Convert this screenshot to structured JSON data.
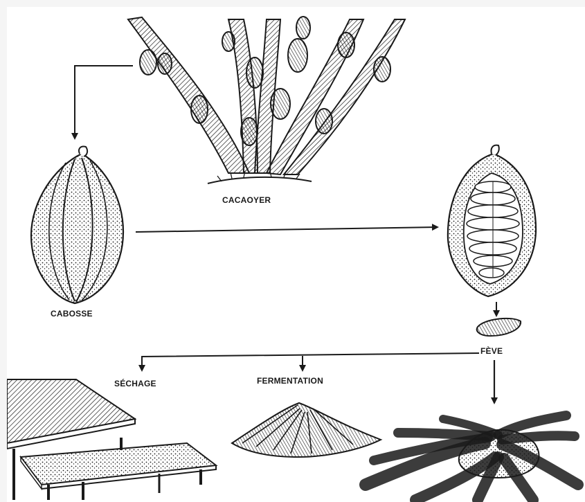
{
  "labels": {
    "cacaoyer": "CACAOYER",
    "cabosse": "CABOSSE",
    "feve": "FÈVE",
    "sechage": "SÉCHAGE",
    "fermentation": "FERMENTATION"
  },
  "colors": {
    "ink": "#1a1a1a",
    "paper": "#ffffff",
    "background": "#f5f5f5"
  }
}
